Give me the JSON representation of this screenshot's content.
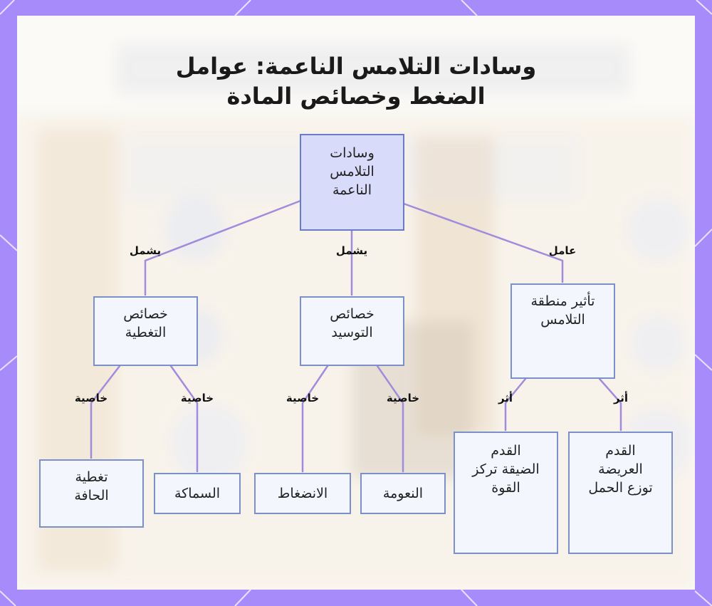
{
  "title": {
    "line1": "وسادات التلامس الناعمة: عوامل",
    "line2": "الضغط وخصائص المادة"
  },
  "nodes": {
    "root": [
      "وسادات",
      "التلامس",
      "الناعمة"
    ],
    "coverage": [
      "خصائص",
      "التغطية"
    ],
    "cushioning": [
      "خصائص",
      "التوسيد"
    ],
    "contact_effect": [
      "تأثير منطقة",
      "التلامس"
    ],
    "edge_coverage": [
      "تغطية",
      "الحافة"
    ],
    "thickness": [
      "السماكة"
    ],
    "compression": [
      "الانضغاط"
    ],
    "softness": [
      "النعومة"
    ],
    "narrow_foot": [
      "القدم",
      "الضيقة تركز",
      "القوة"
    ],
    "wide_foot": [
      "القدم",
      "العريضة",
      "توزع الحمل"
    ]
  },
  "edges": {
    "includes_left": "يشمل",
    "includes_center": "يشمل",
    "factor": "عامل",
    "prop_1": "خاصية",
    "prop_2": "خاصية",
    "prop_3": "خاصية",
    "prop_4": "خاصية",
    "effect_1": "أثر",
    "effect_2": "أثر"
  },
  "colors": {
    "frame": "#a78bfa",
    "edge": "#a18bdc",
    "node_border": "#7b8fc9",
    "node_fill": "#f4f6fd",
    "root_fill": "#d9dbfb"
  }
}
